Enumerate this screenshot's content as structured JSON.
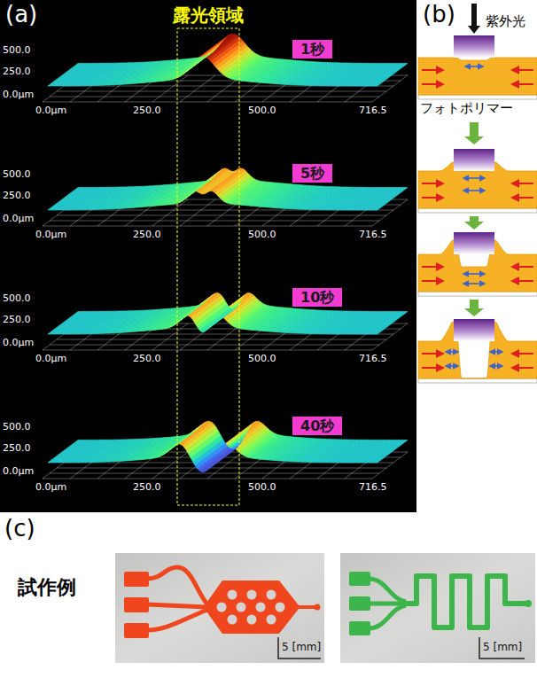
{
  "diagram": {
    "nodes": [
      {
        "text": [
          "1秒"
        ]
      },
      {
        "text": [
          "5秒"
        ]
      },
      {
        "text": [
          "10秒"
        ]
      },
      {
        "text": [
          "40秒"
        ]
      }
    ],
    "labels": [
      "(a)",
      "露光領域",
      "500.0",
      "250.0",
      "0.0μm",
      "0.0μm",
      "250.0",
      "500.0",
      "716.5",
      "500.0",
      "250.0",
      "0.0μm",
      "0.0μm",
      "250.0",
      "500.0",
      "716.5",
      "500.0",
      "250.0",
      "0.0μm",
      "0.0μm",
      "250.0",
      "500.0",
      "716.5",
      "500.0",
      "250.0",
      "0.0μm",
      "0.0μm",
      "250.0",
      "500.0",
      "716.5",
      "(b)",
      "紫外光",
      "フォトポリマー",
      "(c)",
      "試作例",
      "5 [mm]",
      "5 [mm]"
    ]
  }
}
